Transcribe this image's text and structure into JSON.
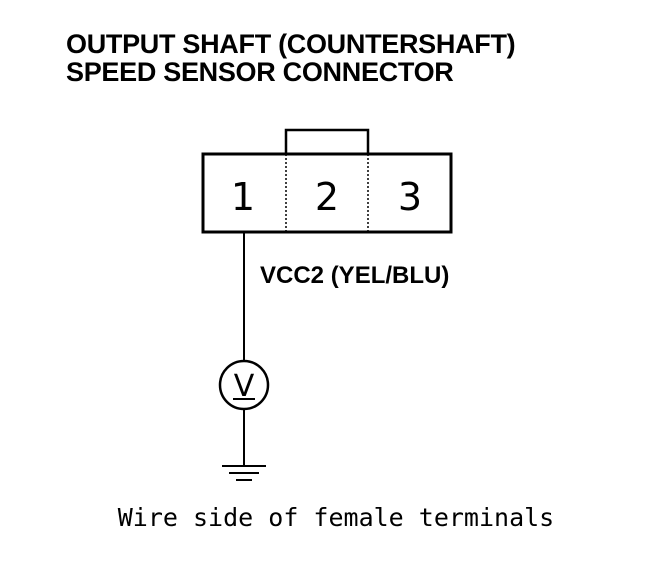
{
  "title": {
    "line1": "OUTPUT SHAFT (COUNTERSHAFT)",
    "line2": "SPEED SENSOR CONNECTOR"
  },
  "connector": {
    "terminals": [
      {
        "number": "1"
      },
      {
        "number": "2"
      },
      {
        "number": "3"
      }
    ]
  },
  "wire": {
    "label": "VCC2 (YEL/BLU)"
  },
  "voltmeter": {
    "symbol": "V",
    "icon": "voltmeter-icon"
  },
  "ground": {
    "icon": "ground-icon"
  },
  "caption": "Wire side of female terminals",
  "colors": {
    "ink": "#000000",
    "background": "#ffffff"
  }
}
